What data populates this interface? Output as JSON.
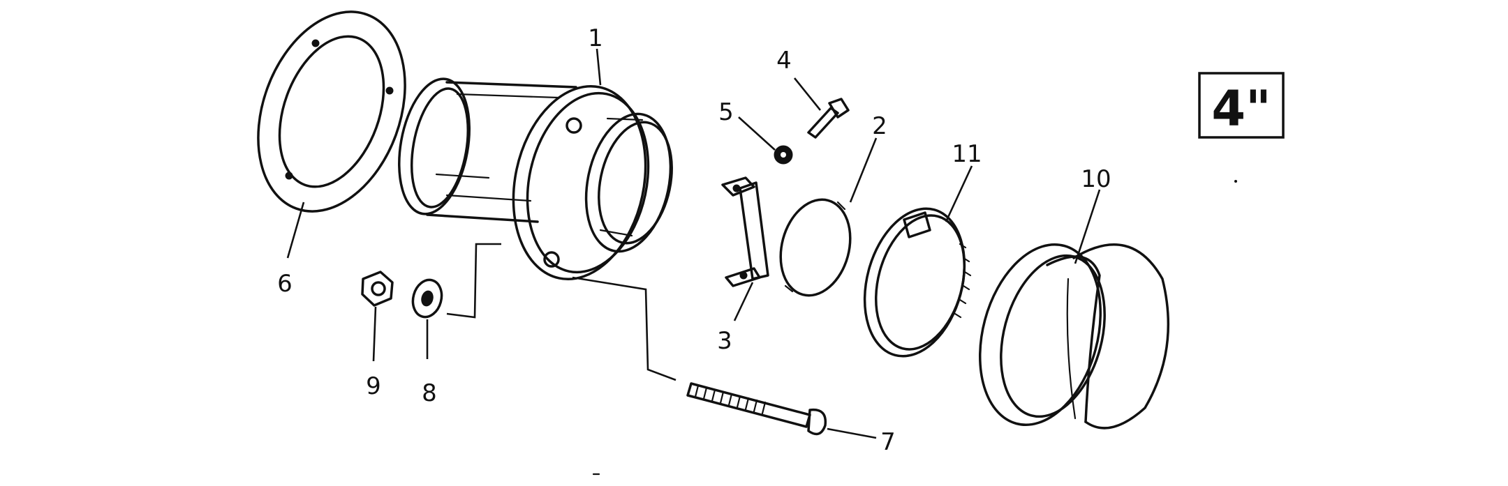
{
  "size_label": "4\"",
  "callouts": [
    {
      "id": "1",
      "text": "1"
    },
    {
      "id": "2",
      "text": "2"
    },
    {
      "id": "3",
      "text": "3"
    },
    {
      "id": "4",
      "text": "4"
    },
    {
      "id": "5",
      "text": "5"
    },
    {
      "id": "6",
      "text": "6"
    },
    {
      "id": "7",
      "text": "7"
    },
    {
      "id": "8",
      "text": "8"
    },
    {
      "id": "9",
      "text": "9"
    },
    {
      "id": "10",
      "text": "10"
    },
    {
      "id": "11",
      "text": "11"
    }
  ]
}
